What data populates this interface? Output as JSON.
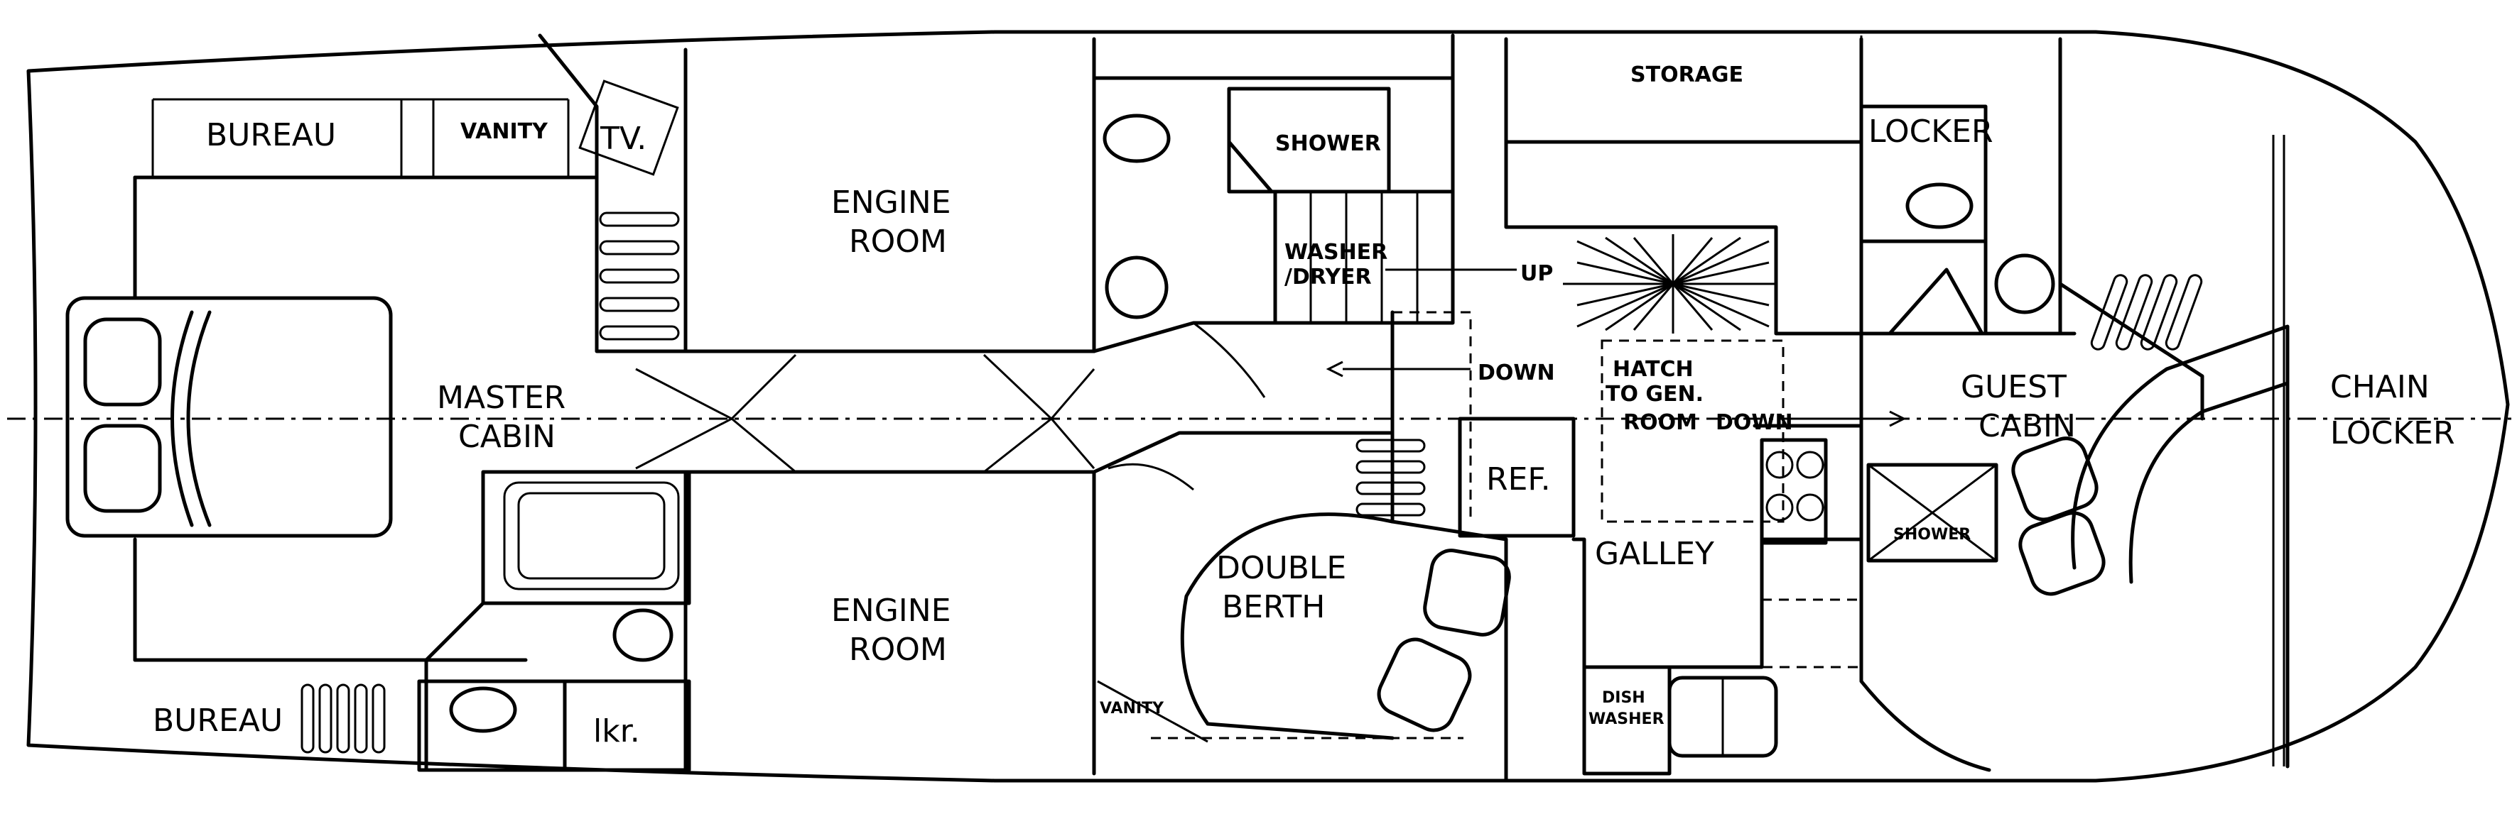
{
  "labels": {
    "bureau_top": "BUREAU",
    "vanity_top": "VANITY",
    "tv": "TV.",
    "engine_room_top_1": "ENGINE",
    "engine_room_top_2": "ROOM",
    "shower_top": "SHOWER",
    "washer_1": "WASHER",
    "washer_2": "/DRYER",
    "up": "UP",
    "storage": "STORAGE",
    "locker": "LOCKER",
    "master_1": "MASTER",
    "master_2": "CABIN",
    "down_1": "DOWN",
    "hatch_1": "HATCH",
    "hatch_2": "TO GEN.",
    "hatch_3": "ROOM",
    "down_2": "DOWN",
    "guest_1": "GUEST",
    "guest_2": "CABIN",
    "chain_1": "CHAIN",
    "chain_2": "LOCKER",
    "ref": "REF.",
    "double_1": "DOUBLE",
    "double_2": "BERTH",
    "galley": "GALLEY",
    "shower_guest": "SHOWER",
    "engine_room_bot_1": "ENGINE",
    "engine_room_bot_2": "ROOM",
    "bureau_bot": "BUREAU",
    "lkr": "lkr.",
    "vanity_bot": "VANITY",
    "dish_1": "DISH",
    "dish_2": "WASHER"
  }
}
